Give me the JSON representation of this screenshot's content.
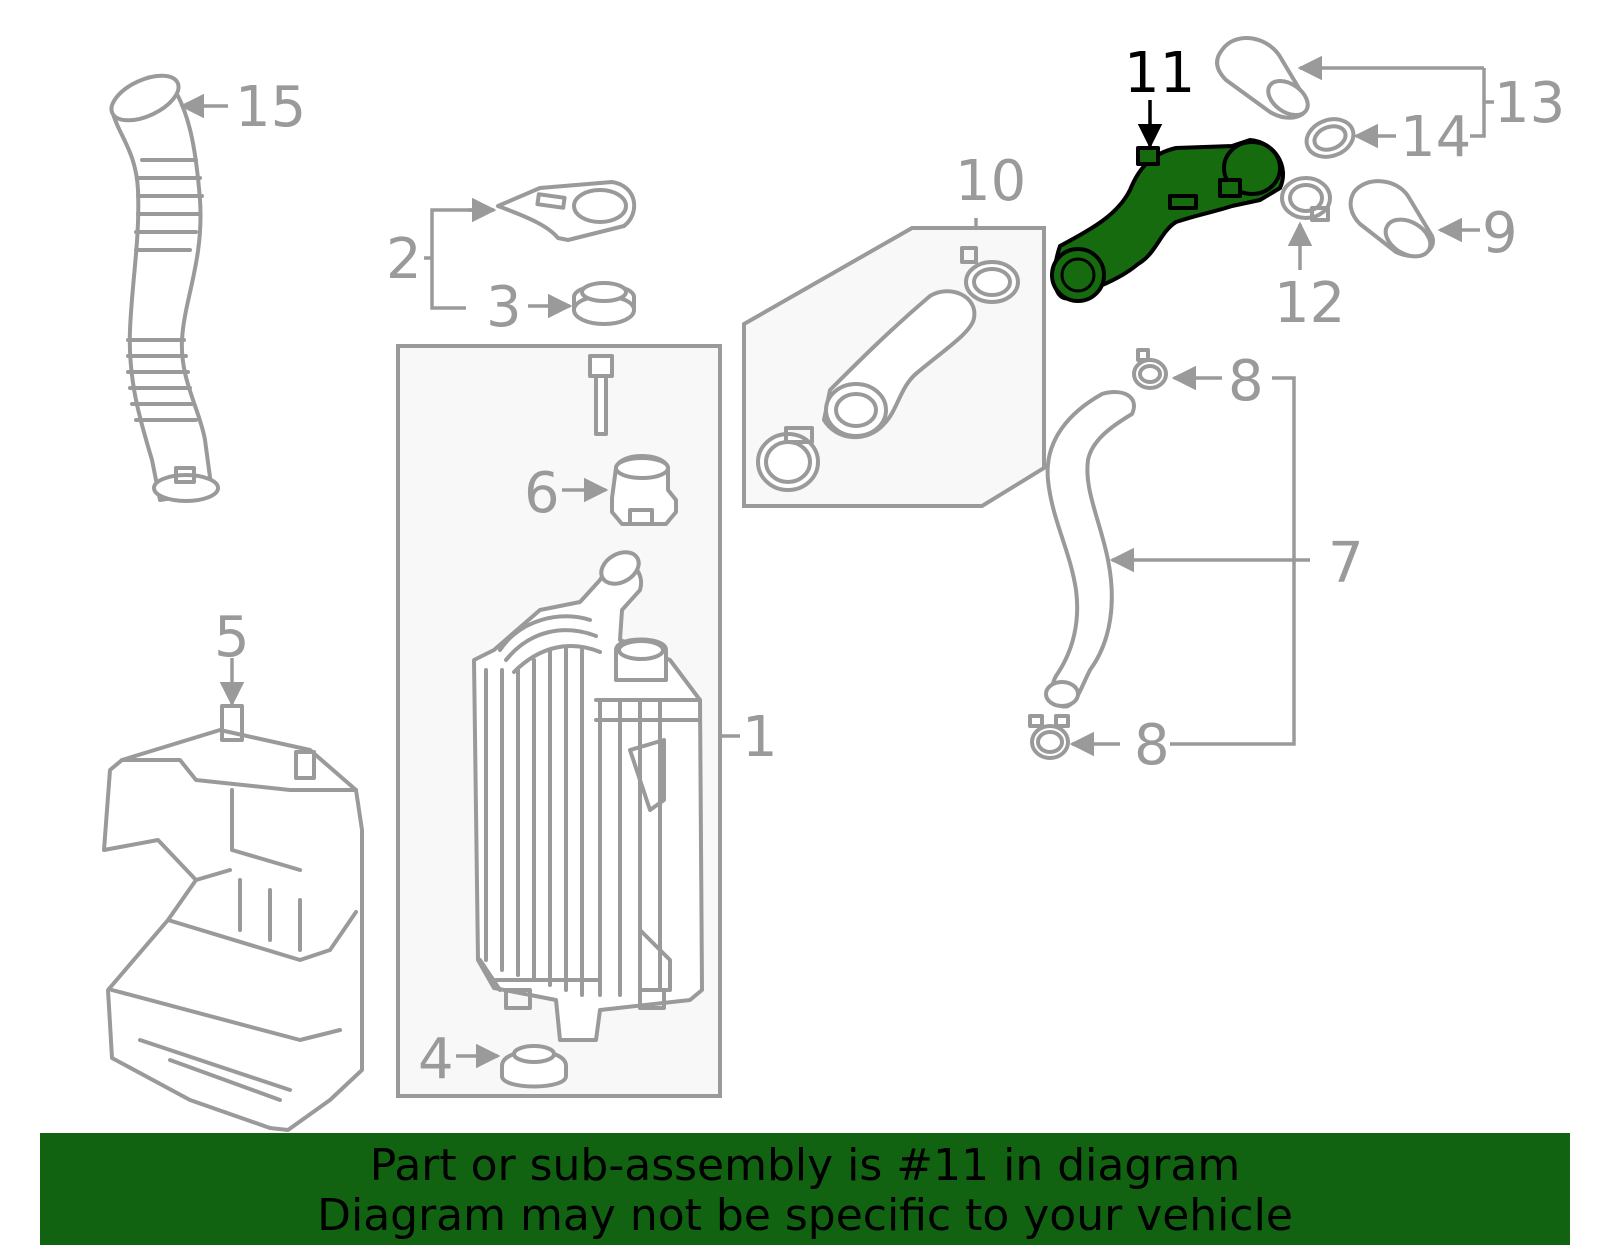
{
  "colors": {
    "highlight_fill": "#156b0e",
    "footer_background": "#116211",
    "part_stroke": "#9a9a9a",
    "box_fill": "#f8f8f8"
  },
  "callouts": {
    "p1": "1",
    "p2": "2",
    "p3": "3",
    "p4": "4",
    "p5": "5",
    "p6": "6",
    "p7": "7",
    "p8a": "8",
    "p8b": "8",
    "p9": "9",
    "p10": "10",
    "p11": "11",
    "p12": "12",
    "p13": "13",
    "p14": "14",
    "p15": "15"
  },
  "highlighted_part": "11",
  "footer": {
    "line1": "Part or sub-assembly is #11 in diagram",
    "line2": "Diagram may not be specific to your vehicle"
  }
}
